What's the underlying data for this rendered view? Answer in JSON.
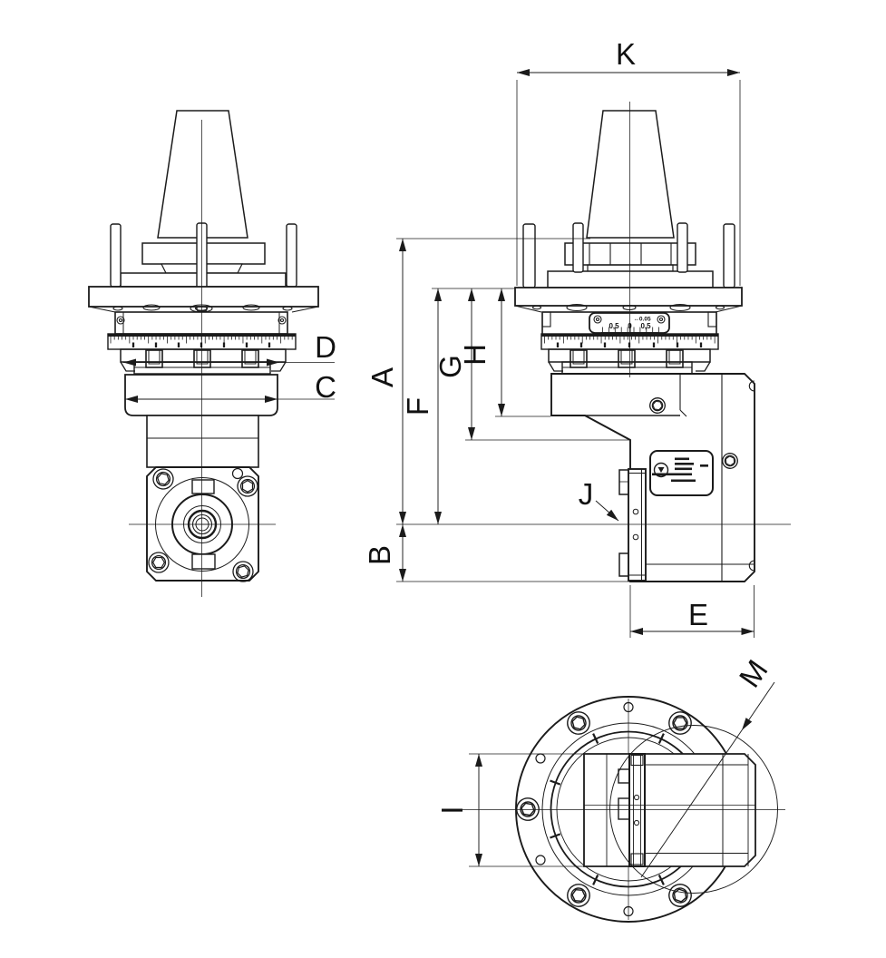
{
  "drawing": {
    "type": "technical-drawing-3-view",
    "labels": {
      "A": "A",
      "B": "B",
      "C": "C",
      "D": "D",
      "E": "E",
      "F": "F",
      "G": "G",
      "H": "H",
      "I": "I",
      "J": "J",
      "K": "K",
      "M": "M"
    },
    "vernier": {
      "tolerance": "↔0.05",
      "scale_left": "0,5",
      "scale_zero": "0",
      "scale_right": "0,5"
    },
    "colors": {
      "line": "#1b1b1b",
      "background": "#ffffff"
    }
  }
}
